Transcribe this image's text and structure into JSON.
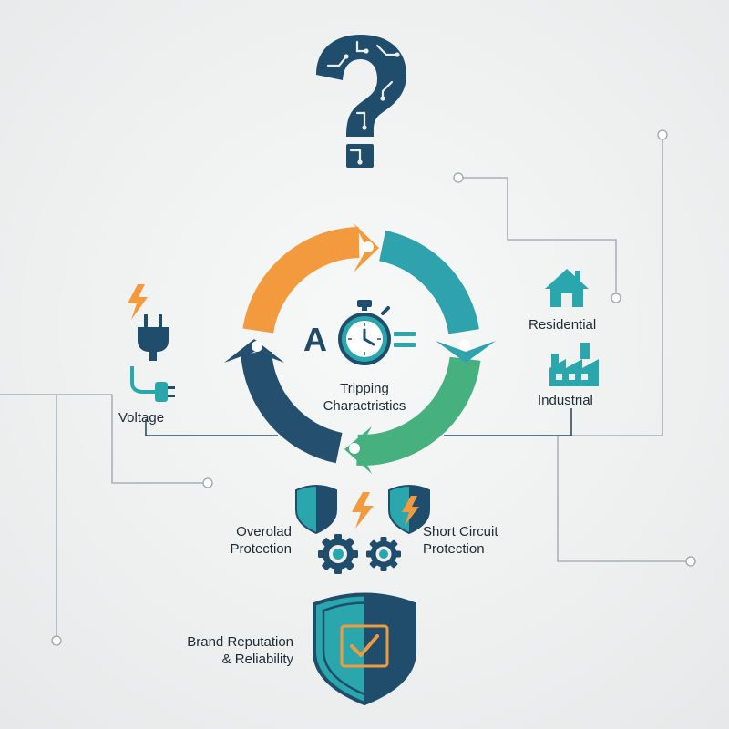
{
  "center": {
    "letter": "A",
    "title_line1": "Tripping",
    "title_line2": "Charactristics"
  },
  "labels": {
    "voltage": "Voltage",
    "residential": "Residential",
    "industrial": "Industrial",
    "overload_line1": "Overolad",
    "overload_line2": "Protection",
    "short_line1": "Short Circuit",
    "short_line2": "Protection",
    "brand_line1": "Brand Reputation",
    "brand_line2": "& Reliability"
  },
  "colors": {
    "orange": "#f29a3d",
    "teal": "#2ea3ad",
    "green": "#46b07e",
    "navy": "#254f6e",
    "line": "#2a4d66"
  },
  "icons": [
    "question-mark-icon",
    "lightning-icon",
    "plug-icon",
    "cable-plug-icon",
    "stopwatch-icon",
    "equals-icon",
    "house-icon",
    "factory-icon",
    "shield-icon",
    "gear-icon",
    "checkbox-icon"
  ]
}
